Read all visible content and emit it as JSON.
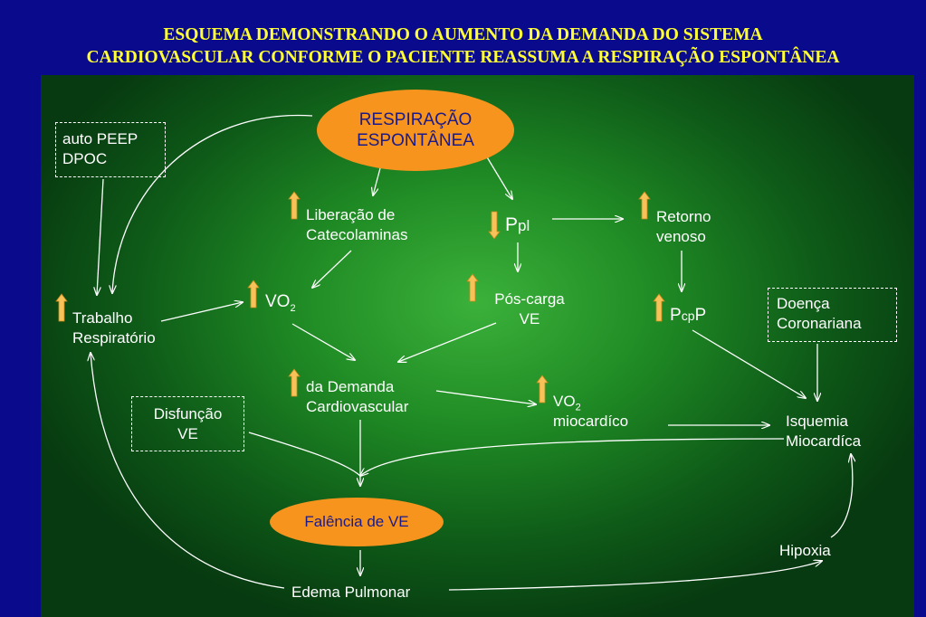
{
  "title": {
    "line1": "ESQUEMA DEMONSTRANDO O AUMENTO DA DEMANDA DO SISTEMA",
    "line2": "CARDIOVASCULAR CONFORME O PACIENTE REASSUMA A RESPIRAÇÃO ESPONTÂNEA"
  },
  "nodes": {
    "resp_line1": "RESPIRAÇÃO",
    "resp_line2": "ESPONTÂNEA",
    "peep_line1": "auto PEEP",
    "peep_line2": "DPOC",
    "catecol_line1": "Liberação de",
    "catecol_line2": "Catecolaminas",
    "ppl_main": "P",
    "ppl_sub": "pl",
    "retorno_line1": "Retorno",
    "retorno_line2": "venoso",
    "trabalho_line1": "Trabalho",
    "trabalho_line2": "Respiratório",
    "vo2_main": "VO",
    "vo2_sub": "2",
    "poscarga_line1": "Pós-carga",
    "poscarga_line2": "VE",
    "pcpp_p1": "P",
    "pcpp_sub": "cp",
    "pcpp_p2": "P",
    "doenca_line1": "Doença",
    "doenca_line2": "Coronariana",
    "demanda_line1": "da Demanda",
    "demanda_line2": "Cardiovascular",
    "vo2m_main": "VO",
    "vo2m_sub": "2",
    "vo2m_line2": "miocardíco",
    "disfuncao_line1": "Disfunção",
    "disfuncao_line2": "VE",
    "isquemia_line1": "Isquemia",
    "isquemia_line2": "Miocardíca",
    "falencia": "Falência de VE",
    "hipoxia": "Hipoxia",
    "edema": "Edema Pulmonar"
  },
  "colors": {
    "background": "#0a0a8c",
    "title": "#ffff33",
    "oval_fill": "#f7941d",
    "oval_text": "#1a1a8c",
    "arrow_up": "#f7c25a"
  },
  "icons": {
    "increase": "up-arrow-icon",
    "decrease": "down-arrow-icon"
  }
}
